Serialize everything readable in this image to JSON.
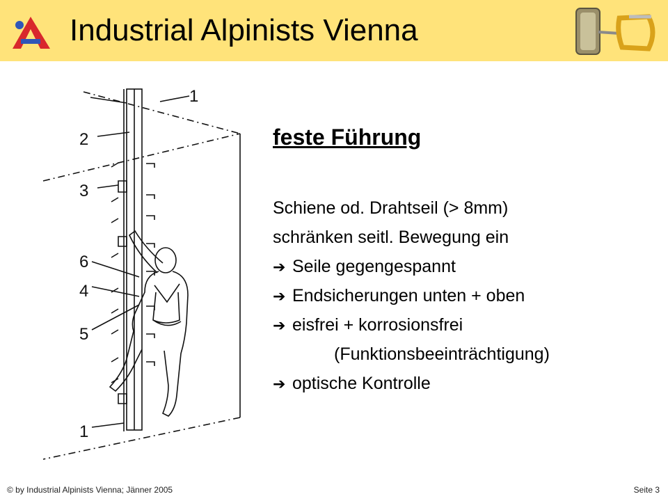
{
  "header": {
    "title": "Industrial Alpinists Vienna",
    "background_color": "#ffe37a",
    "logo_name": "ia-logo",
    "gear_image_name": "rope-grab-carabiner-image"
  },
  "figure": {
    "callouts": [
      "1",
      "2",
      "3",
      "6",
      "4",
      "5",
      "1"
    ]
  },
  "content": {
    "heading": "feste Führung",
    "lines": [
      "Schiene od. Drahtseil (> 8mm)",
      "schränken seitl. Bewegung ein"
    ],
    "bullets": [
      "Seile gegengespannt",
      "Endsicherungen unten + oben",
      "eisfrei + korrosionsfrei"
    ],
    "continuation": "(Funktionsbeeinträchtigung)",
    "last_bullet": "optische Kontrolle"
  },
  "footer": {
    "copyright": "© by Industrial Alpinists Vienna; Jänner 2005",
    "page": "Seite 3"
  }
}
